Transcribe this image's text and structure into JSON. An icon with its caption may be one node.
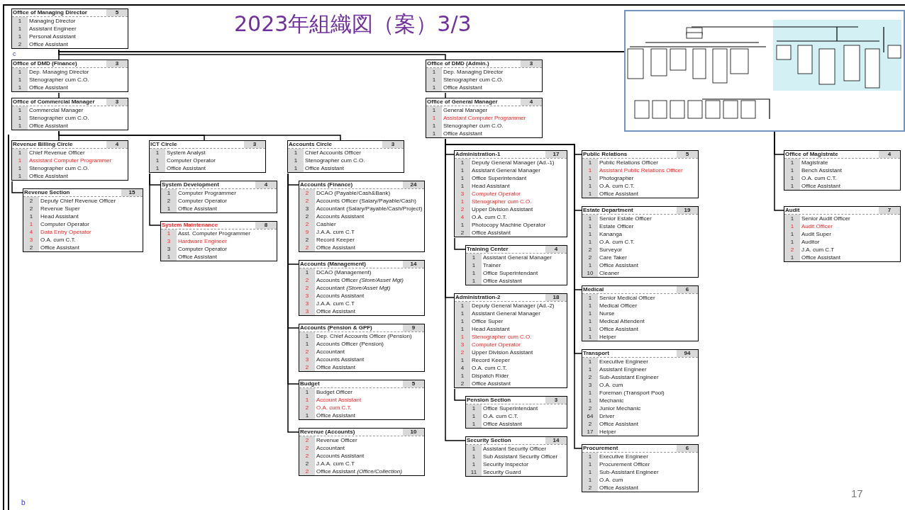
{
  "diagram": {
    "title": "2023年組織図（案）3/3",
    "nodes": [
      {
        "text": [
          "Office of Managing Director",
          "5",
          "1",
          "Managing Director",
          "1",
          "Assistant Engineer",
          "1",
          "Personal Assistant",
          "2",
          "Office Assistant"
        ]
      },
      {
        "text": [
          "Office of DMD (Finance)",
          "3",
          "1",
          "Dep. Managing Director",
          "1",
          "Stenographer cum C.O.",
          "1",
          "Office Assistant"
        ]
      },
      {
        "text": [
          "Office of Commercial Manager",
          "3",
          "1",
          "Commercial Manager",
          "1",
          "Stenographer cum C.O.",
          "1",
          "Office Assistant"
        ]
      },
      {
        "text": [
          "Office of DMD (Admin.)",
          "3",
          "1",
          "Dep. Managing Director",
          "1",
          "Stenographer cum C.O.",
          "1",
          "Office Assistant"
        ]
      },
      {
        "text": [
          "Office of General Manager",
          "4",
          "1",
          "General Manager",
          "1",
          "Assistant Computer Programmer",
          "1",
          "Stenographer cum C.O.",
          "1",
          "Office Assistant"
        ]
      },
      {
        "text": [
          "Revenue Billing Circle",
          "4",
          "1",
          "Chief Revenue Officer",
          "1",
          "Assistant Computer Programmer",
          "1",
          "Stenographer cum C.O.",
          "1",
          "Office Assistant"
        ]
      },
      {
        "text": [
          "Revenue Section",
          "15",
          "2",
          "Deputy Chief Revenue Officer",
          "2",
          "Revenue Super",
          "1",
          "Head Assistant",
          "1",
          "Computer Operator",
          "4",
          "Data Entry Operator",
          "3",
          "O.A. cum C.T.",
          "2",
          "Office Assistant"
        ]
      },
      {
        "text": [
          "ICT Circle",
          "3",
          "1",
          "System Analyst",
          "1",
          "Computer Operator",
          "1",
          "Office Assistant"
        ]
      },
      {
        "text": [
          "System Development",
          "4",
          "1",
          "Computer Programmer",
          "2",
          "Computer Operator",
          "1",
          "Office Assistant"
        ]
      },
      {
        "text": [
          "System Maintenance",
          "8",
          "1",
          "Asst. Computer Programmer",
          "3",
          "Hardware Engineer",
          "3",
          "Computer Operator",
          "1",
          "Office Assistant"
        ]
      },
      {
        "text": [
          "Accounts Circle",
          "3",
          "1",
          "Chief Accounts Officer",
          "1",
          "Stenographer cum C.O.",
          "1",
          "Office Assistant"
        ]
      },
      {
        "text": [
          "Accounts (Finance)",
          "24",
          "2",
          "DCAO (Payable/Cash&Bank)",
          "2",
          "Accounts Officer (Salary/Payable/Cash)",
          "3",
          "Accountant (Salary/Payable/Cash/Project)",
          "2",
          "Accounts Assistant",
          "2",
          "Cashier",
          "9",
          "J.A.A. cum C.T",
          "2",
          "Record Keeper",
          "2",
          "Office Assistant"
        ]
      },
      {
        "text": [
          "Accounts (Management)",
          "14",
          "1",
          "DCAO (Management)",
          "2",
          "Accounts Officer *(Store/Asset Mgt)*",
          "2",
          "Accountant *(Store/Asset Mgt)*",
          "3",
          "Accounts Assistant",
          "3",
          "J.A.A. cum C.T",
          "3",
          "Office Assistant"
        ]
      },
      {
        "text": [
          "Accounts (Pension & GPF)",
          "9",
          "1",
          "Dep. Chief Accounts Officer (Pension)",
          "1",
          "Accounts Officer (Pension)",
          "2",
          "Accountant",
          "3",
          "Accounts Assistant",
          "2",
          "Office Assistant"
        ]
      },
      {
        "text": [
          "Budget",
          "5",
          "1",
          "Budget Officer",
          "1",
          "Account Assistant",
          "2",
          "O.A. cum C.T.",
          "1",
          "Office Assistant"
        ]
      },
      {
        "text": [
          "Revenue (Accounts)",
          "10",
          "2",
          "Revenue Officer",
          "2",
          "Accountant",
          "2",
          "Accounts Assistant",
          "2",
          "J.A.A. cum C.T",
          "2",
          "Office Assistant *(Office/Collection)*"
        ]
      },
      {
        "text": [
          "Administration-1",
          "17",
          "1",
          "Deputy General Manager (Ad.-1)",
          "1",
          "Assistant General Manager",
          "1",
          "Office Superintendant",
          "1",
          "Head Assistant",
          "3",
          "Computer Operator",
          "1",
          "Stenographer cum C.O.",
          "2",
          "Upper Division Assistant",
          "4",
          "O.A. cum C.T.",
          "1",
          "Photocopy Machine Operator",
          "2",
          "Office Assistant"
        ]
      },
      {
        "text": [
          "Training Center",
          "4",
          "1",
          "Assistant General Manager",
          "1",
          "Trainer",
          "1",
          "Office Superintendant",
          "1",
          "Office Assistant"
        ]
      },
      {
        "text": [
          "Administration-2",
          "18",
          "1",
          "Deputy General Manager (Ad.-2)",
          "1",
          "Assistant General Manager",
          "1",
          "Office Super",
          "1",
          "Head Assistant",
          "1",
          "Stenographer cum C.O.",
          "3",
          "Computer Operator",
          "2",
          "Upper Division Assistant",
          "1",
          "Record Keeper",
          "4",
          "O.A. cum C.T.",
          "1",
          "Dispatch Rider",
          "2",
          "Office Assistant"
        ]
      },
      {
        "text": [
          "Pension Section",
          "3",
          "1",
          "Office Superintendant",
          "1",
          "O.A. cum C.T.",
          "1",
          "Office Assistant"
        ]
      },
      {
        "text": [
          "Security Section",
          "14",
          "1",
          "Assistant Security Officer",
          "1",
          "Sub Assistant Security Officer",
          "1",
          "Security Inspector",
          "11",
          "Security Guard"
        ]
      },
      {
        "text": [
          "Public Relations",
          "5",
          "1",
          "Public Relations Officer",
          "1",
          "Assistant Public Relations Officer",
          "1",
          "Photographer",
          "1",
          "O.A. cum C.T.",
          "1",
          "Office Assistant"
        ]
      },
      {
        "text": [
          "Estate Department",
          "19",
          "1",
          "Senior Estate Officer",
          "1",
          "Estate Officer",
          "1",
          "Kananga",
          "1",
          "O.A. cum C.T.",
          "2",
          "Surveyor",
          "2",
          "Care Taker",
          "1",
          "Office Assistant",
          "10",
          "Cleaner"
        ]
      },
      {
        "text": [
          "Medical",
          "6",
          "1",
          "Senior Medical Officer",
          "1",
          "Medical Officer",
          "1",
          "Nurse",
          "1",
          "Medical Attendent",
          "1",
          "Office Assistant",
          "1",
          "Helper"
        ]
      },
      {
        "text": [
          "Transport",
          "94",
          "1",
          "Executive Engineer",
          "1",
          "Assistant Engineer",
          "2",
          "Sub-Assistant Engineer",
          "3",
          "O.A. cum",
          "1",
          "Foreman (Transport Pool)",
          "1",
          "Mechanic",
          "2",
          "Junior Mechanic",
          "64",
          "Driver",
          "2",
          "Office Assistant",
          "17",
          "Helper"
        ]
      },
      {
        "text": [
          "Procurement",
          "6",
          "1",
          "Executive Engineer",
          "1",
          "Procurement Officer",
          "1",
          "Sub-Assistant Engineer",
          "1",
          "O.A. cum",
          "2",
          "Office Assistant"
        ]
      },
      {
        "text": [
          "Office of Magistrate",
          "4",
          "1",
          "Magistrate",
          "1",
          "Bench Assistant",
          "1",
          "O.A. cum C.T.",
          "1",
          "Office Assistant"
        ]
      },
      {
        "text": [
          "Audit",
          "7",
          "1",
          "Senior Audit Officer",
          "1",
          "Audit Officer",
          "1",
          "Audit Super",
          "1",
          "Auditor",
          "2",
          "J.A. cum C.T",
          "1",
          "Office Assistant"
        ]
      }
    ],
    "edges": [
      {
        "from": 0,
        "to": 1,
        "arrow": "none"
      },
      {
        "from": 0,
        "to": 3,
        "arrow": "none"
      },
      {
        "from": 0,
        "to": 26,
        "arrow": "none"
      },
      {
        "from": 0,
        "to": 27,
        "arrow": "none"
      },
      {
        "from": 1,
        "to": 2,
        "arrow": "none"
      },
      {
        "from": 3,
        "to": 4,
        "arrow": "none"
      },
      {
        "from": 2,
        "to": 5,
        "arrow": "none"
      },
      {
        "from": 2,
        "to": 7,
        "arrow": "none"
      },
      {
        "from": 2,
        "to": 10,
        "arrow": "none"
      },
      {
        "from": 5,
        "to": 6,
        "arrow": "none"
      },
      {
        "from": 7,
        "to": 8,
        "arrow": "none"
      },
      {
        "from": 7,
        "to": 9,
        "arrow": "none"
      },
      {
        "from": 10,
        "to": 11,
        "arrow": "none"
      },
      {
        "from": 10,
        "to": 12,
        "arrow": "none"
      },
      {
        "from": 10,
        "to": 13,
        "arrow": "none"
      },
      {
        "from": 10,
        "to": 14,
        "arrow": "none"
      },
      {
        "from": 10,
        "to": 15,
        "arrow": "none"
      },
      {
        "from": 4,
        "to": 16,
        "arrow": "none"
      },
      {
        "from": 4,
        "to": 18,
        "arrow": "none"
      },
      {
        "from": 4,
        "to": 20,
        "arrow": "none"
      },
      {
        "from": 4,
        "to": 21,
        "arrow": "none"
      },
      {
        "from": 4,
        "to": 22,
        "arrow": "none"
      },
      {
        "from": 4,
        "to": 23,
        "arrow": "none"
      },
      {
        "from": 4,
        "to": 24,
        "arrow": "none"
      },
      {
        "from": 4,
        "to": 25,
        "arrow": "none"
      },
      {
        "from": 16,
        "to": 17,
        "arrow": "none"
      },
      {
        "from": 18,
        "to": 19,
        "arrow": "none"
      }
    ],
    "labels": [
      "c",
      "b",
      "17"
    ]
  }
}
